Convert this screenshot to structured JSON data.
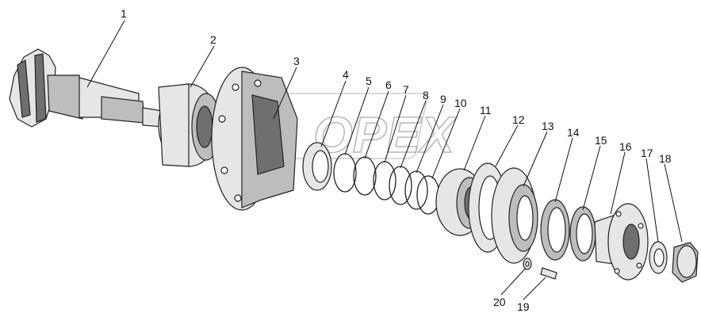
{
  "diagram": {
    "watermark_text": "OPEX",
    "callouts": [
      "1",
      "2",
      "3",
      "4",
      "5",
      "6",
      "7",
      "8",
      "9",
      "10",
      "11",
      "12",
      "13",
      "14",
      "15",
      "16",
      "17",
      "18",
      "19",
      "20"
    ]
  },
  "colors": {
    "line": "#222222",
    "shade_dark": "#6f6f6f",
    "shade_mid": "#bdbdbd",
    "shade_light": "#e6e6e6",
    "watermark": "#9a9a9a"
  }
}
